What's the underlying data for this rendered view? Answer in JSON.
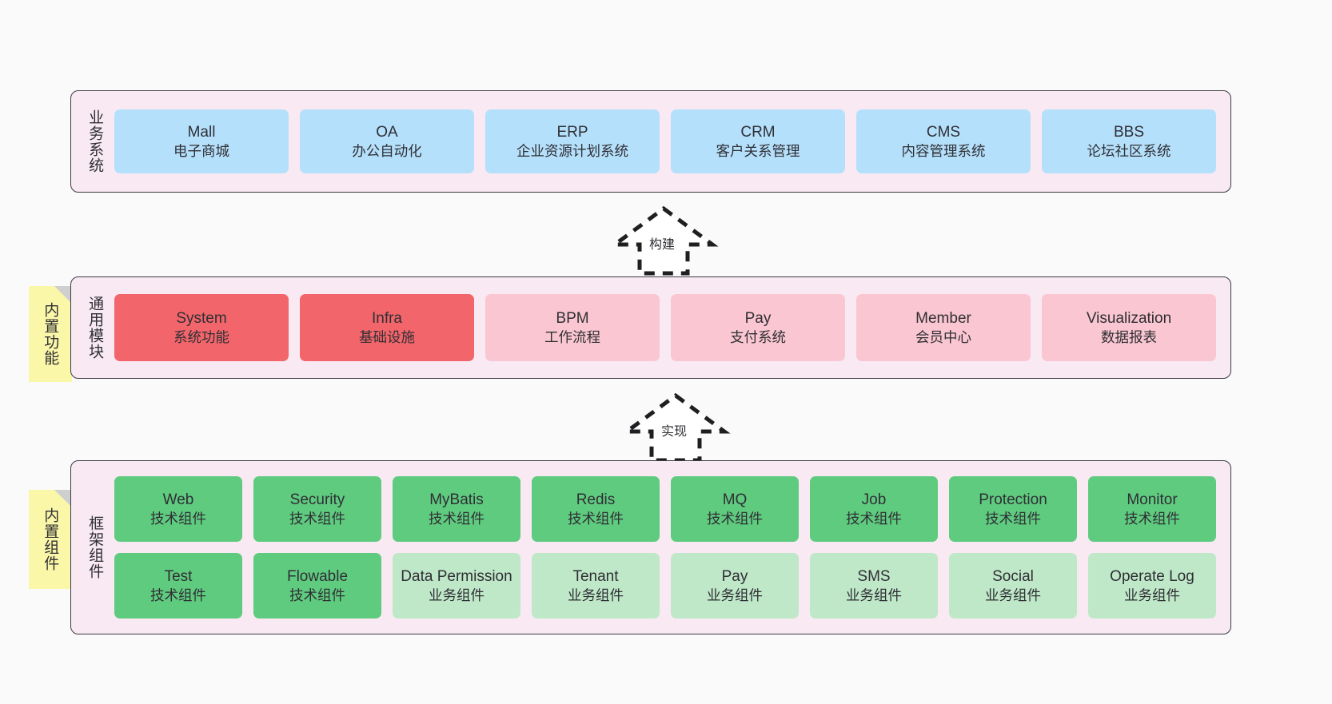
{
  "diagram": {
    "title_visible": false,
    "background": "#fafafa",
    "layer_fill": "#f8e9f3",
    "layer_border": "#3b3b42"
  },
  "layers": [
    {
      "id": "business-system",
      "title": "业务系统",
      "accent": "#b5e0fb",
      "nodes": [
        {
          "name": "Mall",
          "sub": "电子商城"
        },
        {
          "name": "OA",
          "sub": "办公自动化"
        },
        {
          "name": "ERP",
          "sub": "企业资源计划系统"
        },
        {
          "name": "CRM",
          "sub": "客户关系管理"
        },
        {
          "name": "CMS",
          "sub": "内容管理系统"
        },
        {
          "name": "BBS",
          "sub": "论坛社区系统"
        }
      ]
    },
    {
      "id": "common-module",
      "title": "通用模块",
      "note": "内置功能",
      "accent_strong": "#f2656a",
      "accent_soft": "#fac6d1",
      "nodes": [
        {
          "name": "System",
          "sub": "系统功能",
          "tone": "red"
        },
        {
          "name": "Infra",
          "sub": "基础设施",
          "tone": "red"
        },
        {
          "name": "BPM",
          "sub": "工作流程",
          "tone": "pink"
        },
        {
          "name": "Pay",
          "sub": "支付系统",
          "tone": "pink"
        },
        {
          "name": "Member",
          "sub": "会员中心",
          "tone": "pink"
        },
        {
          "name": "Visualization",
          "sub": "数据报表",
          "tone": "pink"
        }
      ]
    },
    {
      "id": "framework-component",
      "title": "框架组件",
      "note": "内置组件",
      "accent_strong": "#5fcb7f",
      "accent_soft": "#bfe8c8",
      "rows": [
        [
          {
            "name": "Web",
            "sub": "技术组件",
            "tone": "green"
          },
          {
            "name": "Security",
            "sub": "技术组件",
            "tone": "green"
          },
          {
            "name": "MyBatis",
            "sub": "技术组件",
            "tone": "green"
          },
          {
            "name": "Redis",
            "sub": "技术组件",
            "tone": "green"
          },
          {
            "name": "MQ",
            "sub": "技术组件",
            "tone": "green"
          },
          {
            "name": "Job",
            "sub": "技术组件",
            "tone": "green"
          },
          {
            "name": "Protection",
            "sub": "技术组件",
            "tone": "green"
          },
          {
            "name": "Monitor",
            "sub": "技术组件",
            "tone": "green"
          }
        ],
        [
          {
            "name": "Test",
            "sub": "技术组件",
            "tone": "green"
          },
          {
            "name": "Flowable",
            "sub": "技术组件",
            "tone": "green"
          },
          {
            "name": "Data Permission",
            "sub": "业务组件",
            "tone": "lgreen"
          },
          {
            "name": "Tenant",
            "sub": "业务组件",
            "tone": "lgreen"
          },
          {
            "name": "Pay",
            "sub": "业务组件",
            "tone": "lgreen"
          },
          {
            "name": "SMS",
            "sub": "业务组件",
            "tone": "lgreen"
          },
          {
            "name": "Social",
            "sub": "业务组件",
            "tone": "lgreen"
          },
          {
            "name": "Operate Log",
            "sub": "业务组件",
            "tone": "lgreen"
          }
        ]
      ]
    }
  ],
  "arrows": [
    {
      "id": "build-arrow",
      "label": "构建",
      "from": "common-module",
      "to": "business-system",
      "style": "dashed-hollow-up"
    },
    {
      "id": "implement-arrow",
      "label": "实现",
      "from": "framework-component",
      "to": "common-module",
      "style": "dashed-hollow-up"
    }
  ]
}
